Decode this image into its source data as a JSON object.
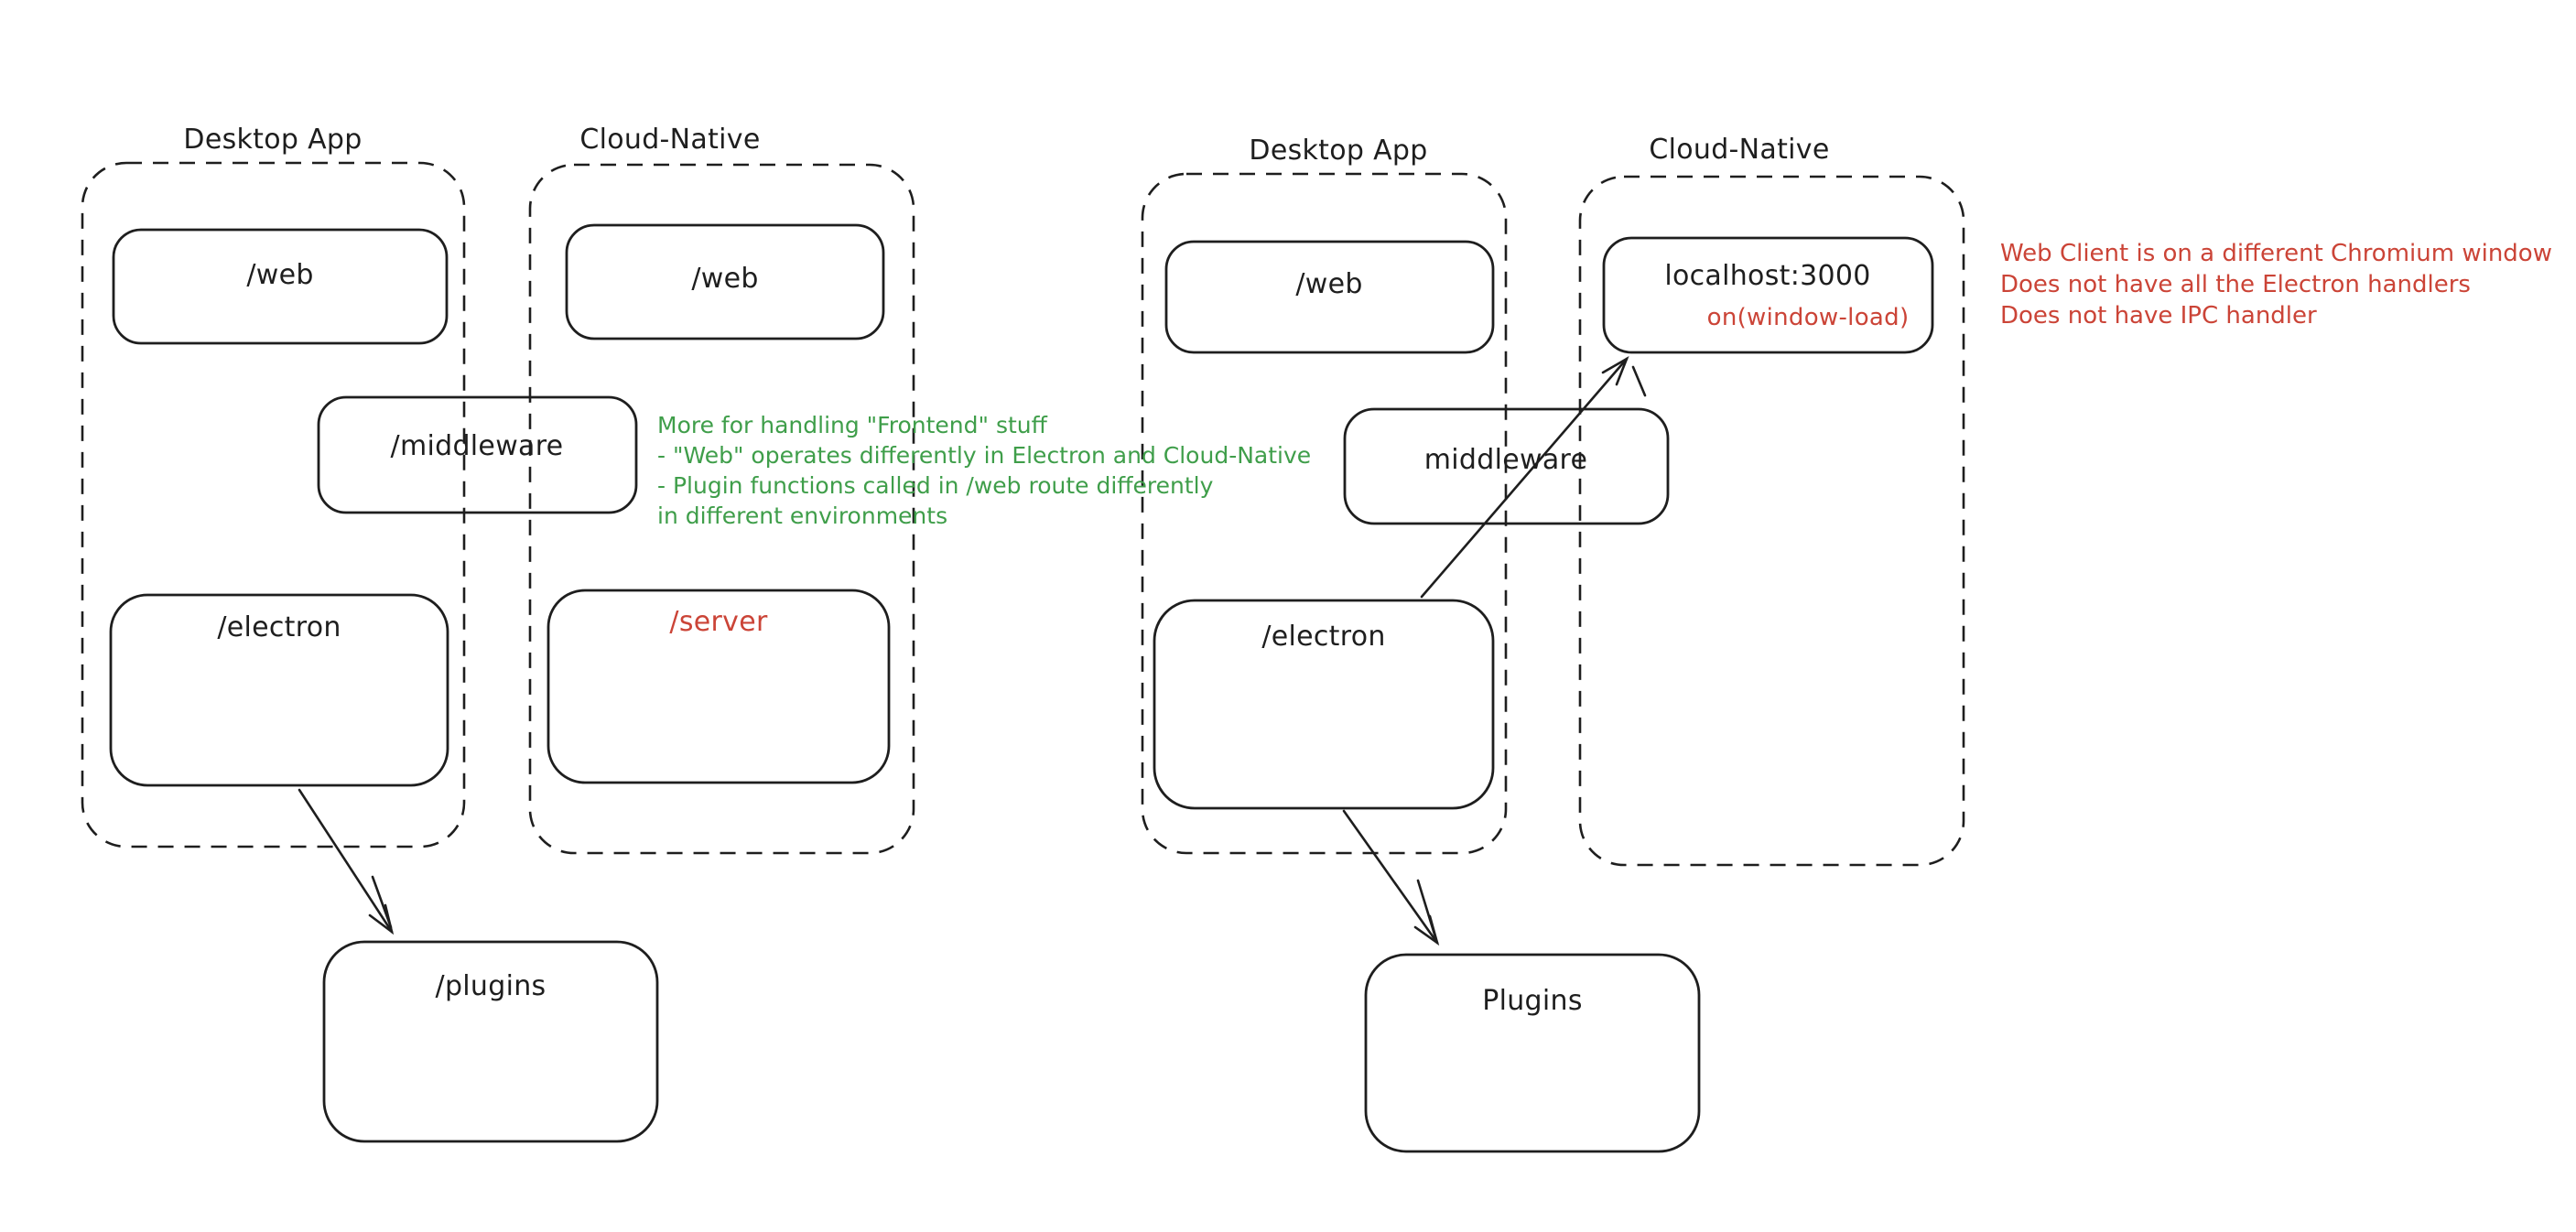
{
  "colors": {
    "stroke": "#1e1e1e",
    "green_note": "#3f9e4a",
    "red_note": "#cb4437",
    "background": "#ffffff"
  },
  "left_diagram": {
    "desktop_app": {
      "title": "Desktop App",
      "web": "/web",
      "electron": "/electron"
    },
    "cloud_native": {
      "title": "Cloud-Native",
      "web": "/web",
      "server": "/server"
    },
    "middleware": "/middleware",
    "plugins": "/plugins",
    "green_note_lines": [
      "More for handling \"Frontend\" stuff",
      "- \"Web\" operates differently in Electron and Cloud-Native",
      "- Plugin functions called in /web route differently",
      "in different environments"
    ]
  },
  "right_diagram": {
    "desktop_app": {
      "title": "Desktop App",
      "web": "/web",
      "electron": "/electron"
    },
    "cloud_native": {
      "title": "Cloud-Native",
      "localhost": "localhost:3000",
      "on_window_load": "on(window-load)"
    },
    "middleware": "middleware",
    "plugins": "Plugins",
    "red_note_lines": [
      "Web Client is on a different Chromium window",
      "Does not have all the Electron handlers",
      "Does not have IPC handler"
    ]
  }
}
